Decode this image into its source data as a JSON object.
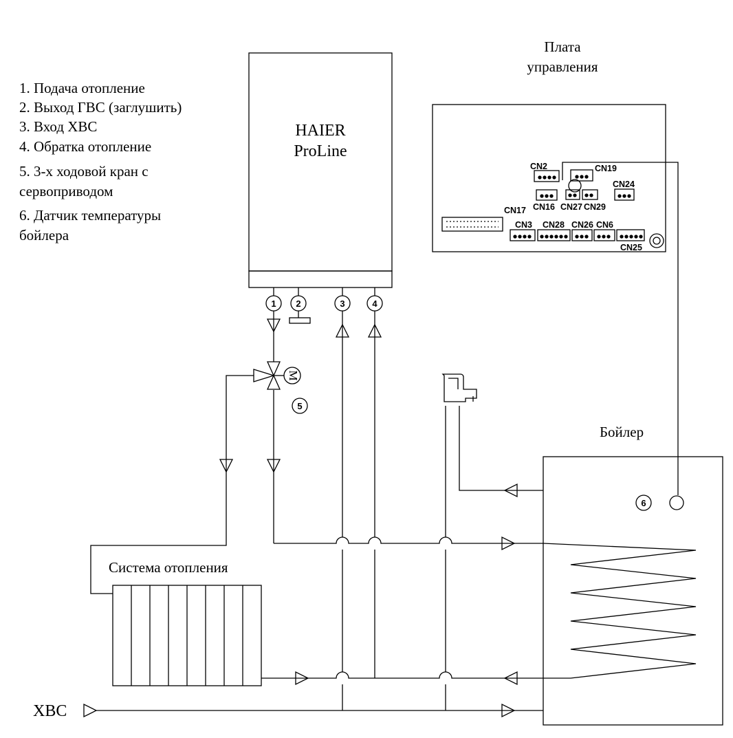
{
  "legend": {
    "items": [
      "1. Подача отопление",
      "2. Выход ГВС (заглушить)",
      "3. Вход ХВС",
      "4. Обратка отопление",
      "5. 3-х ходовой кран с",
      "сервоприводом",
      "6. Датчик температуры",
      "бойлера"
    ]
  },
  "boiler_unit": {
    "brand": "HAIER",
    "model": "ProLine"
  },
  "control_board": {
    "title_line1": "Плата",
    "title_line2": "управления",
    "connectors": [
      "CN2",
      "CN19",
      "CN24",
      "CN16",
      "CN27",
      "CN29",
      "CN17",
      "CN3",
      "CN28",
      "CN26",
      "CN6",
      "CN25"
    ]
  },
  "ports": [
    "1",
    "2",
    "3",
    "4"
  ],
  "valve": {
    "motor_label": "M",
    "number": "5"
  },
  "tank": {
    "label": "Бойлер",
    "sensor_number": "6"
  },
  "heating_system": {
    "label": "Система отопления"
  },
  "cold_water": {
    "label": "ХВС"
  }
}
